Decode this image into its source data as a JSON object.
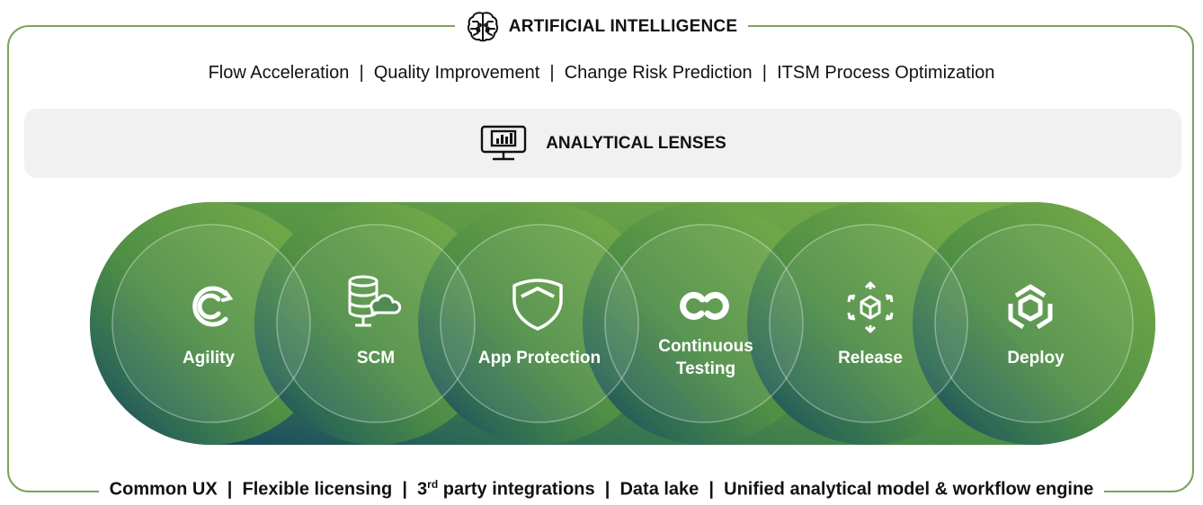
{
  "header": {
    "title": "ARTIFICIAL INTELLIGENCE",
    "icon": "brain-icon"
  },
  "capabilities": {
    "text": "Flow Acceleration  |  Quality Improvement  |  Change Risk Prediction  |  ITSM Process Optimization"
  },
  "lenses": {
    "title": "ANALYTICAL LENSES",
    "icon": "analytics-monitor-icon"
  },
  "modules": [
    {
      "label": "Agility",
      "icon": "agility-icon"
    },
    {
      "label": "SCM",
      "icon": "database-cloud-icon"
    },
    {
      "label": "App Protection",
      "icon": "shield-icon"
    },
    {
      "label_line1": "Continuous",
      "label_line2": "Testing",
      "icon": "infinity-loop-icon"
    },
    {
      "label": "Release",
      "icon": "release-cube-icon"
    },
    {
      "label": "Deploy",
      "icon": "deploy-hexagon-icon"
    }
  ],
  "colors": {
    "frame": "#7aa35a",
    "green_light": "#6aa544",
    "blue_dark": "#153f5f",
    "lens_bg": "#f1f1f1"
  },
  "footer": {
    "part1": "Common UX  |  Flexible licensing  |  3",
    "superscript": "rd",
    "part2": " party integrations  |  Data lake  |  Unified analytical model & workflow engine"
  }
}
